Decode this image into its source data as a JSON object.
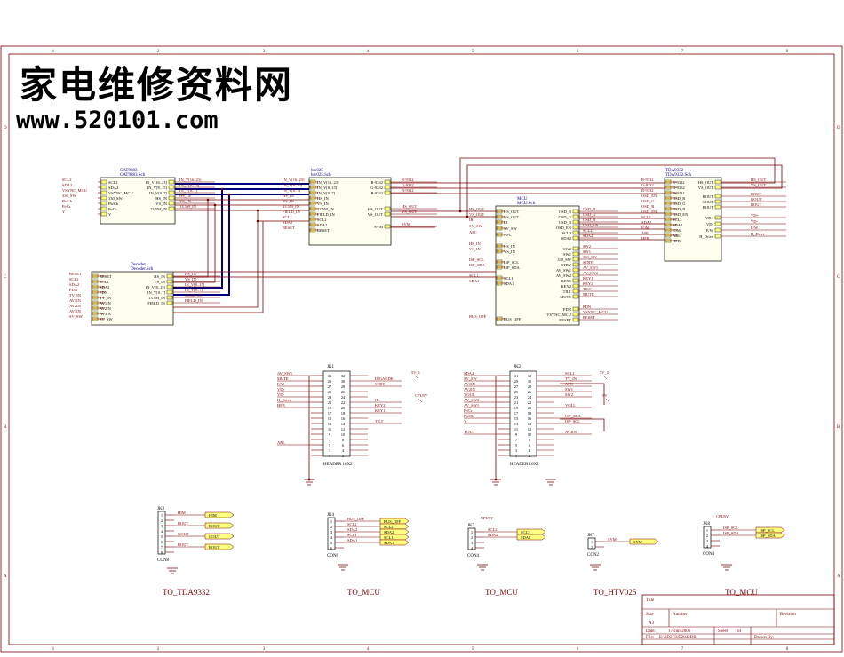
{
  "watermark": {
    "chinese": "家电维修资料网",
    "url": "www.520101.com"
  },
  "border": {
    "cols": [
      "1",
      "2",
      "3",
      "4",
      "5",
      "6",
      "7",
      "8"
    ],
    "rows": [
      "D",
      "C",
      "B",
      "A"
    ]
  },
  "blocks": {
    "cat": {
      "title": "CAT9883",
      "file": "CAT9883.Sch",
      "left": [
        "SCL2",
        "SDA2",
        "VSYNC_MCU",
        "330_SW",
        "Pb/Cb",
        "Pr/Cr",
        "Y"
      ],
      "right": [
        "IN_V[16..23]",
        "IN_V[8..15]",
        "IN_V[0..7]",
        "HS_IN",
        "VS_IN",
        "13.5M_IN"
      ],
      "nets_left": [
        "SCL2",
        "SDA2",
        "VSYNC_MCU",
        "330_SW",
        "Pb/Cb",
        "Pr/Cr",
        "Y"
      ],
      "nets_right": [
        "IN_V[16..23]",
        "IN_V[8..15]",
        "IN_V[0..7]",
        "HS_IN",
        "VS_IN",
        "13.5M_IN"
      ]
    },
    "dec": {
      "title": "Decoder",
      "file": "Decoder.Sch",
      "left": [
        "RESET",
        "SCL2",
        "SDA2",
        "PDN",
        "TV_IN",
        "AV1IN",
        "AV2IN",
        "AV3IN",
        "SV_SW"
      ],
      "right": [
        "HS_IN",
        "VS_IN",
        "IN_V[8..15]",
        "IN_V[0..7]",
        "13.5M_IN",
        "FIELD_IN"
      ],
      "nets_left": [
        "RESET",
        "SCL2",
        "SDA2",
        "PDN",
        "TV_IN",
        "AV1IN",
        "AV2IN",
        "AV3IN",
        "SV_SW"
      ],
      "nets_right": [
        "HS_IN",
        "VS_IN",
        "IN_V[8..15]",
        "IN_V[0..7]",
        "13.5M_IN",
        "FIELD_IN"
      ]
    },
    "htv": {
      "title": "htv025",
      "file": "htv025.Sch",
      "left": [
        "IN_V[16..23]",
        "IN_V[8..15]",
        "IN_V[0..7]",
        "HS_IN",
        "VS_IN",
        "13.5M_IN",
        "FIELD_IN",
        "SCL2",
        "SDA2",
        "RESET"
      ],
      "right": [
        "R-9332",
        "G-9332",
        "B-9332",
        "HS_OUT",
        "VS_OUT",
        "SVM"
      ],
      "nets_left": [
        "IN_V[16..23]",
        "IN_V[8..15]",
        "IN_V[0..7]",
        "HS_IN",
        "VS_IN",
        "13.5M_IN",
        "FIELD_IN",
        "SCL2",
        "SDA2",
        "RESET"
      ],
      "nets_right": [
        "R-9332",
        "G-9332",
        "B-9332",
        "HS_OUT",
        "VS_OUT",
        "SVM"
      ]
    },
    "mcu": {
      "title": "MCU",
      "file": "MCU.Sch",
      "left": [
        "HS_OUT",
        "VS_OUT",
        "IR",
        "SV_SW",
        "AFC",
        "HS_IN",
        "VS_IN",
        "ISP_SCL",
        "ISP_SDA",
        "SCL1",
        "SDA1",
        "BUS_OFF"
      ],
      "right": [
        "OSD_R",
        "OSD_G",
        "OSD_B",
        "OSD_EN",
        "SCL2",
        "SDA2",
        "SW2",
        "SW1",
        "330_SW",
        "STBY",
        "AV_SW1",
        "AV_SW2",
        "KEY1",
        "KEY2",
        "TILT",
        "MUTE",
        "PDN",
        "VSYNC_MCU",
        "RESET"
      ],
      "nets_left": [
        "HS_OUT",
        "VS_OUT",
        "IR",
        "SV_SW",
        "AFC",
        "HS_IN",
        "VS_IN",
        "ISP_SCL",
        "ISP_SDA",
        "SCL1",
        "SDA1",
        "BUS_OFF"
      ],
      "nets_right": [
        "OSD_R",
        "OSD_G",
        "OSD_B",
        "OSD_EN",
        "SCL2",
        "SDA2",
        "SW2",
        "SW1",
        "330_SW",
        "STBY",
        "AV_SW1",
        "AV_SW2",
        "KEY1",
        "KEY2",
        "TILT",
        "MUTE",
        "PDN",
        "VSYNC_MCU",
        "RESET"
      ]
    },
    "tda": {
      "title": "TDA9332",
      "file": "TDA9332.Sch",
      "left": [
        "R-9332",
        "G-9332",
        "B-9332",
        "OSD_R",
        "OSD_G",
        "OSD_B",
        "OSD_EN",
        "SCL2",
        "SDA2",
        "IOM",
        "ABL",
        "HFB"
      ],
      "right": [
        "HS_OUT",
        "VS_OUT",
        "ROUT",
        "GOUT",
        "BOUT",
        "VD+",
        "VD-",
        "E/W",
        "H_Drive"
      ],
      "nets_left": [
        "R-9332",
        "G-9332",
        "B-9332",
        "OSD_EN",
        "OSD_G",
        "OSD_B",
        "OSD_EN",
        "SCL2",
        "SDA2",
        "IOM",
        "ABL",
        "HFB"
      ],
      "nets_right": [
        "HS_OUT",
        "VS_OUT",
        "ROUT",
        "GOUT",
        "BOUT",
        "VD+",
        "VD-",
        "E/W",
        "H_Drive"
      ]
    }
  },
  "headers": {
    "jk1": {
      "ref": "JK1",
      "type": "HEADER 16X2",
      "pins_left": [
        "1",
        "3",
        "5",
        "7",
        "9",
        "11",
        "13",
        "15",
        "17",
        "19",
        "21",
        "23",
        "25",
        "27",
        "29",
        "31"
      ],
      "pins_right": [
        "2",
        "4",
        "6",
        "8",
        "10",
        "12",
        "14",
        "16",
        "18",
        "20",
        "22",
        "24",
        "26",
        "28",
        "30",
        "32"
      ],
      "nets_left": [
        "AV_SW1",
        "MUTE",
        "E/W",
        "VD+",
        "VD-",
        "H_Drive",
        "HFB",
        "",
        "",
        "",
        "",
        "",
        "",
        "ABL",
        "",
        ""
      ],
      "nets_right": [
        "",
        "DIGAUDE",
        "STBY",
        "",
        "",
        "IR",
        "KEY2",
        "KEY1",
        "",
        "TILT",
        "",
        "",
        "",
        "",
        "",
        ""
      ],
      "power": [
        "5V_1",
        "CPU5V"
      ]
    },
    "jk2": {
      "ref": "JK2",
      "type": "HEADER 16X2",
      "pins_left": [
        "1",
        "3",
        "5",
        "7",
        "9",
        "11",
        "13",
        "15",
        "17",
        "19",
        "21",
        "23",
        "25",
        "27",
        "29",
        "31"
      ],
      "pins_right": [
        "2",
        "4",
        "6",
        "8",
        "10",
        "12",
        "14",
        "16",
        "18",
        "20",
        "22",
        "24",
        "26",
        "28",
        "30",
        "32"
      ],
      "nets_left": [
        "SDA2",
        "SV_SW",
        "AV1IN",
        "AV2IN",
        "VOUL",
        "AV_SW2",
        "AV_SW1",
        "Pr/Cr",
        "Pb/Cb",
        "Y",
        "",
        "YOUT",
        "",
        "",
        "",
        ""
      ],
      "nets_right": [
        "SCL2",
        "TV_IN",
        "AFC",
        "SW1",
        "SW2",
        "",
        "VOLL",
        "",
        "ISP_SDA",
        "ISP_SCL",
        "",
        "AV3IN",
        "",
        "",
        "",
        ""
      ],
      "power": [
        "5V_2",
        "9V"
      ]
    }
  },
  "connectors": [
    {
      "ref": "JK3",
      "name": "CON8",
      "pins": [
        "1",
        "2",
        "3",
        "4",
        "5",
        "6",
        "7",
        "8"
      ],
      "nets": [
        "HIM",
        "BOUT",
        "GOUT",
        "ROUT"
      ],
      "ports": [
        "HIM",
        "BOUT",
        "GOUT",
        "ROUT"
      ],
      "caption": "TO_TDA9332"
    },
    {
      "ref": "JK4",
      "name": "CON6",
      "pins": [
        "1",
        "2",
        "3",
        "4",
        "5",
        "6"
      ],
      "nets": [
        "BUS_OFF",
        "SCL2",
        "SDA2",
        "SCL1",
        "SDA1"
      ],
      "ports": [
        "BUS_OFF",
        "SCL2",
        "SDA2",
        "SCL1",
        "SDA1"
      ],
      "caption": "TO_MCU"
    },
    {
      "ref": "JK5",
      "name": "CON4",
      "pins": [
        "1",
        "2",
        "3",
        "4"
      ],
      "nets": [
        "SCL2",
        "SDA2"
      ],
      "ports": [
        "SCL2",
        "SDA2"
      ],
      "power": "CPU5V",
      "caption": "TO_MCU"
    },
    {
      "ref": "JK7",
      "name": "CON2",
      "pins": [
        "1",
        "2"
      ],
      "nets": [
        "SVM"
      ],
      "ports": [
        "SVM"
      ],
      "caption": "TO_HTV025"
    },
    {
      "ref": "JK8",
      "name": "CON4",
      "pins": [
        "1",
        "2",
        "3",
        "4"
      ],
      "nets": [
        "ISP_SCL",
        "ISP_SDA"
      ],
      "ports": [
        "ISP_SCL",
        "ISP_SDA"
      ],
      "power": "CPU5V",
      "caption": "TO_MCU"
    }
  ],
  "titleblock": {
    "title_label": "Title",
    "size_label": "Size",
    "size_value": "A3",
    "number_label": "Number",
    "revision_label": "Revision",
    "date_label": "Date:",
    "date_value": "17-Jun-2006",
    "sheet_label": "Sheet",
    "of_label": "of",
    "file_label": "File:",
    "file_value": "E:\\3D2F3\\D20.DDB",
    "drawn_label": "Drawn By:"
  },
  "colors": {
    "wire": "#7a0000",
    "bus": "#000080",
    "port_fill": "#ffff80",
    "block_fill": "#fffff0",
    "sheet_border": "#7a0000",
    "watermark": "#000000",
    "pin_fill": "#ffff80"
  }
}
